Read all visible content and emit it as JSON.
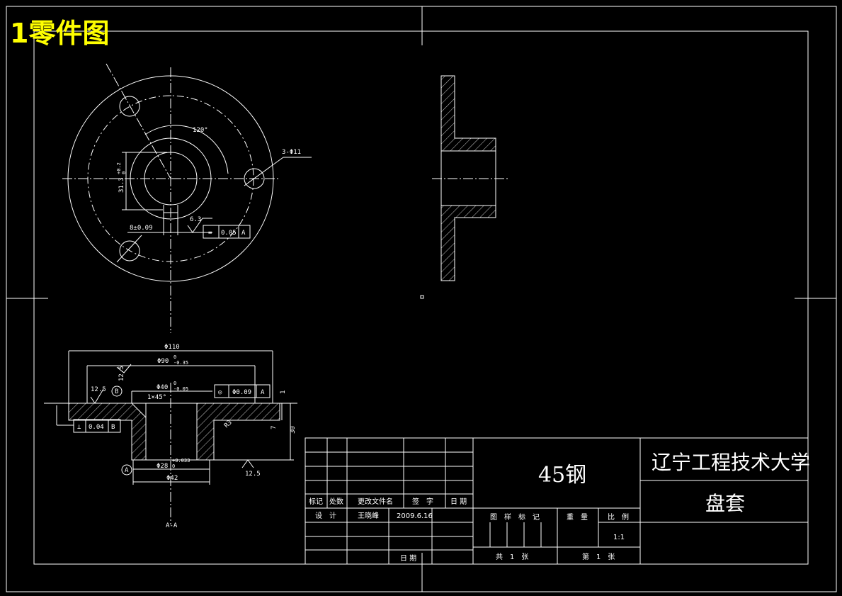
{
  "page_title": "1零件图",
  "front_view": {
    "angle_label": "120°",
    "holes_label": "3-Φ11",
    "keyway_depth_label": "31.3",
    "keyway_depth_tol_upper": "+0.2",
    "keyway_depth_tol_lower": "0",
    "keyway_width_label": "8±0.09",
    "roughness_label": "6.3",
    "tolerance_frame": {
      "symbol": "=",
      "value": "0.05",
      "datum": "A"
    }
  },
  "section_view": {
    "label": "A-A",
    "dim_outer_dia": "Φ110",
    "dim_bolt_circle": "Φ90",
    "dim_bolt_circle_tol_upper": "0",
    "dim_bolt_circle_tol_lower": "-0.35",
    "dim_boss_dia": "Φ40",
    "dim_boss_tol_upper": "0",
    "dim_boss_tol_lower": "-0.05",
    "dim_chamfer": "1×45°",
    "dim_bore": "Φ28",
    "dim_bore_tol_upper": "+0.033",
    "dim_bore_tol_lower": "0",
    "dim_flange_dia": "Φ42",
    "dim_height": "30",
    "dim_flange_thick": "7",
    "dim_top": "1",
    "roughness_left": "12.5",
    "roughness_top": "12.5",
    "roughness_bottom": "12.5",
    "roughness_fillet": "R3",
    "datum_a": "A",
    "datum_b": "B",
    "concentricity_frame": {
      "symbol": "◎",
      "value": "Φ0.09",
      "datum": "A"
    },
    "perpendicularity_frame": {
      "symbol": "⊥",
      "value": "0.04",
      "datum": "B"
    }
  },
  "title_block": {
    "material": "45钢",
    "school": "辽宁工程技术大学",
    "part_name": "盘套",
    "rev_headers": [
      "标记",
      "处数",
      "更改文件名",
      "签　字",
      "日 期"
    ],
    "design_label": "设　计",
    "designer": "王晓峰",
    "design_date": "2009.6.16",
    "date_label": "日 期",
    "stage_label": "图　样　标　记",
    "weight_label": "重　量",
    "scale_label": "比　例",
    "scale_value": "1:1",
    "total_sheets": "共　1　张",
    "sheet_no": "第　1　张"
  }
}
